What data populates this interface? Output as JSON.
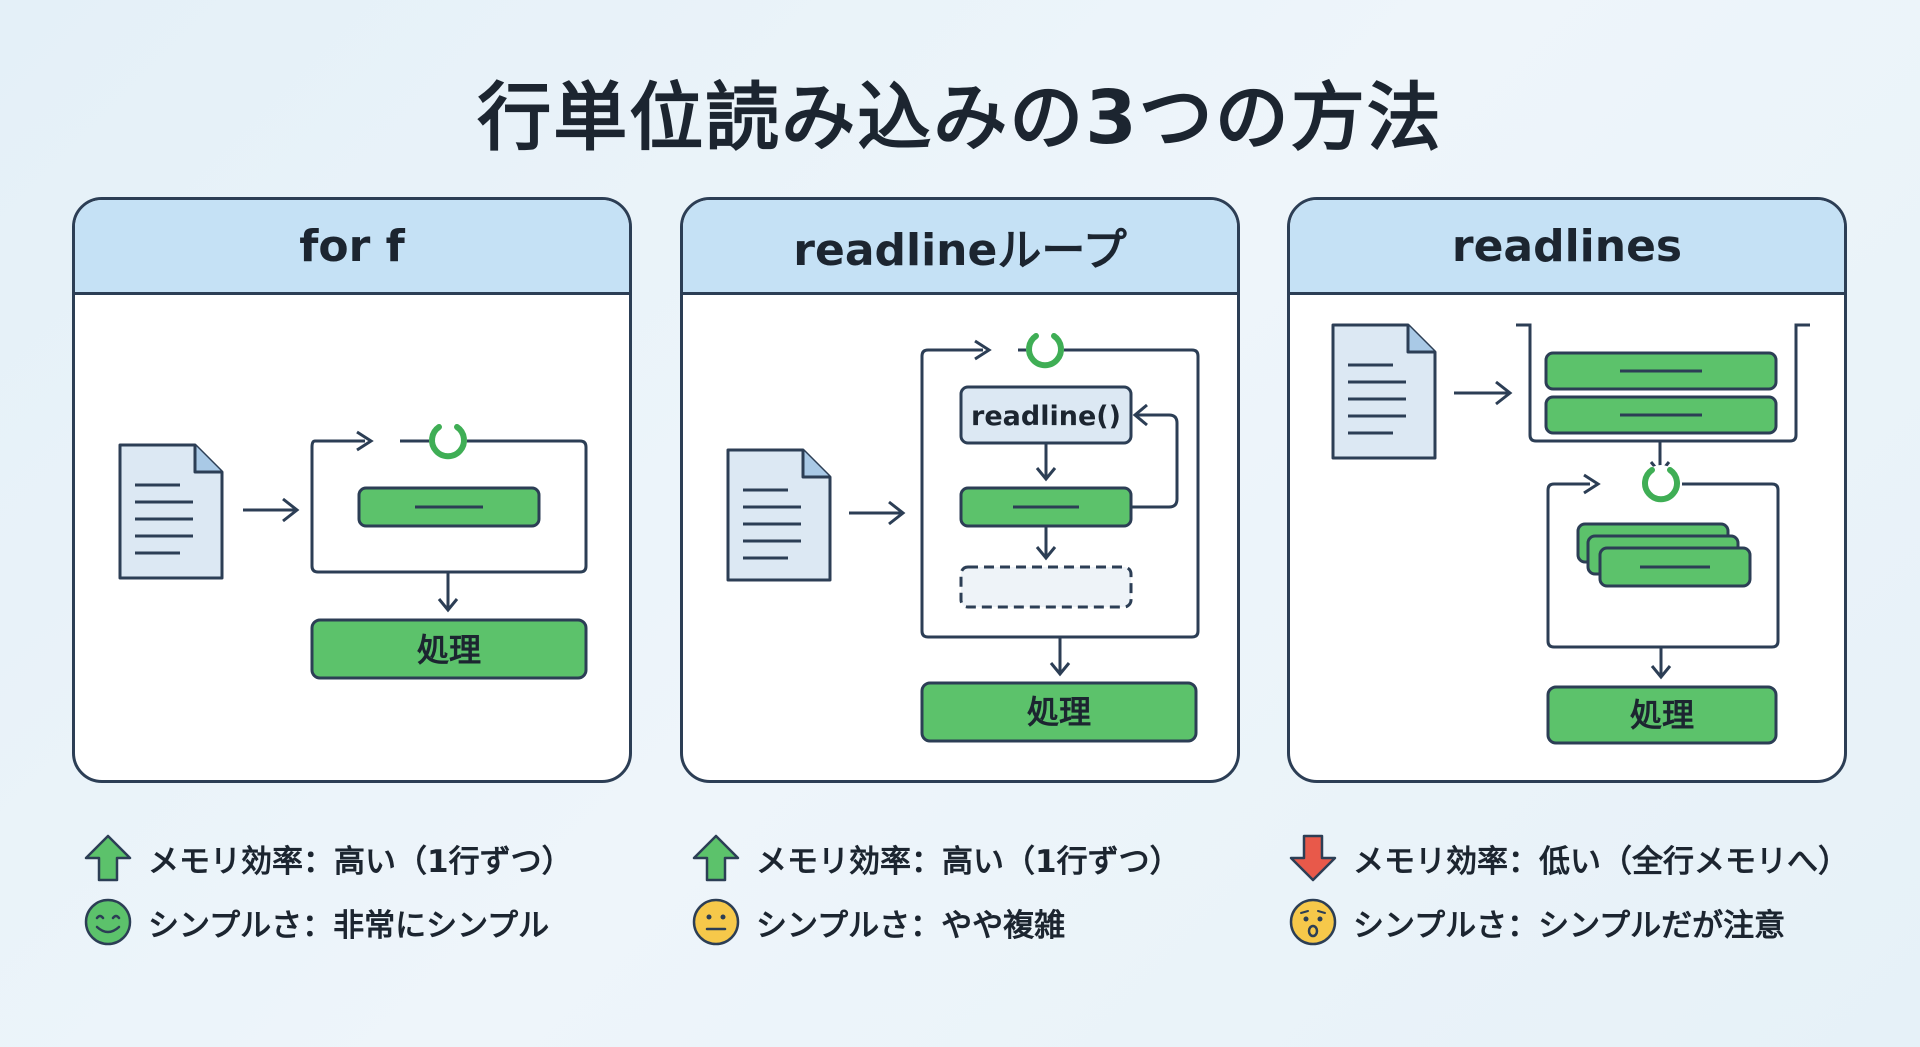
{
  "title": "行単位読み込みの3つの方法",
  "panels": [
    {
      "header": "for f",
      "process_label": "処理",
      "notes": [
        {
          "icon": "up-arrow-icon",
          "text": "メモリ効率：高い（1行ずつ）"
        },
        {
          "icon": "smile-face-icon",
          "text": "シンプルさ：非常にシンプル"
        }
      ]
    },
    {
      "header": "readlineループ",
      "call_label": "readline()",
      "process_label": "処理",
      "notes": [
        {
          "icon": "up-arrow-icon",
          "text": "メモリ効率：高い（1行ずつ）"
        },
        {
          "icon": "neutral-face-icon",
          "text": "シンプルさ：やや複雑"
        }
      ]
    },
    {
      "header": "readlines",
      "process_label": "処理",
      "notes": [
        {
          "icon": "down-arrow-icon",
          "text": "メモリ効率：低い（全行メモリへ）"
        },
        {
          "icon": "worried-face-icon",
          "text": "シンプルさ：シンプルだが注意"
        }
      ]
    }
  ],
  "colors": {
    "stroke": "#2c3e55",
    "green": "#5cc26b",
    "header": "#c5e1f5",
    "doc": "#dce8f3",
    "up": "#5cc26b",
    "down": "#e8594a",
    "smile": "#5cc26b",
    "neutral": "#f6c84a"
  }
}
